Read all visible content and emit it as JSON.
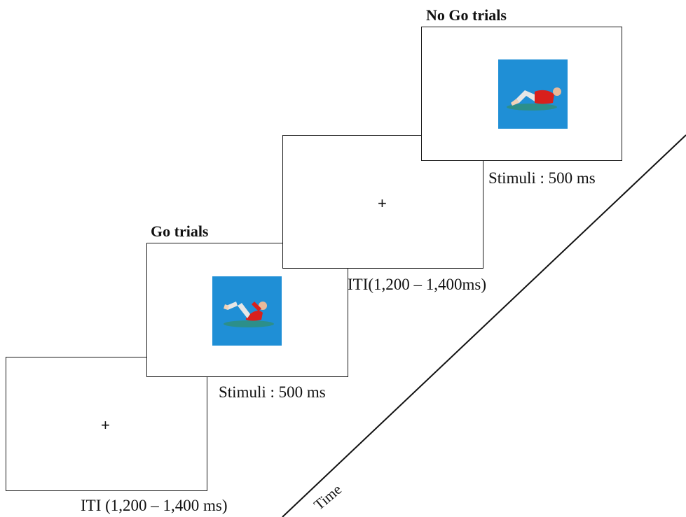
{
  "go_section": {
    "title": "Go trials",
    "iti_label": "ITI (1,200 – 1,400 ms)",
    "fixation": "+",
    "stimulus_label": "Stimuli : 500 ms"
  },
  "nogo_section": {
    "title": "No Go trials",
    "iti_label": "ITI(1,200 – 1,400ms)",
    "fixation": "+",
    "stimulus_label": "Stimuli : 500 ms"
  },
  "time_axis": {
    "label": "Time"
  },
  "colors": {
    "stimulus_background": "#1f8fd6",
    "shirt": "#d8201c",
    "mat": "#2c8f8a",
    "trousers": "#e6e6e6"
  }
}
